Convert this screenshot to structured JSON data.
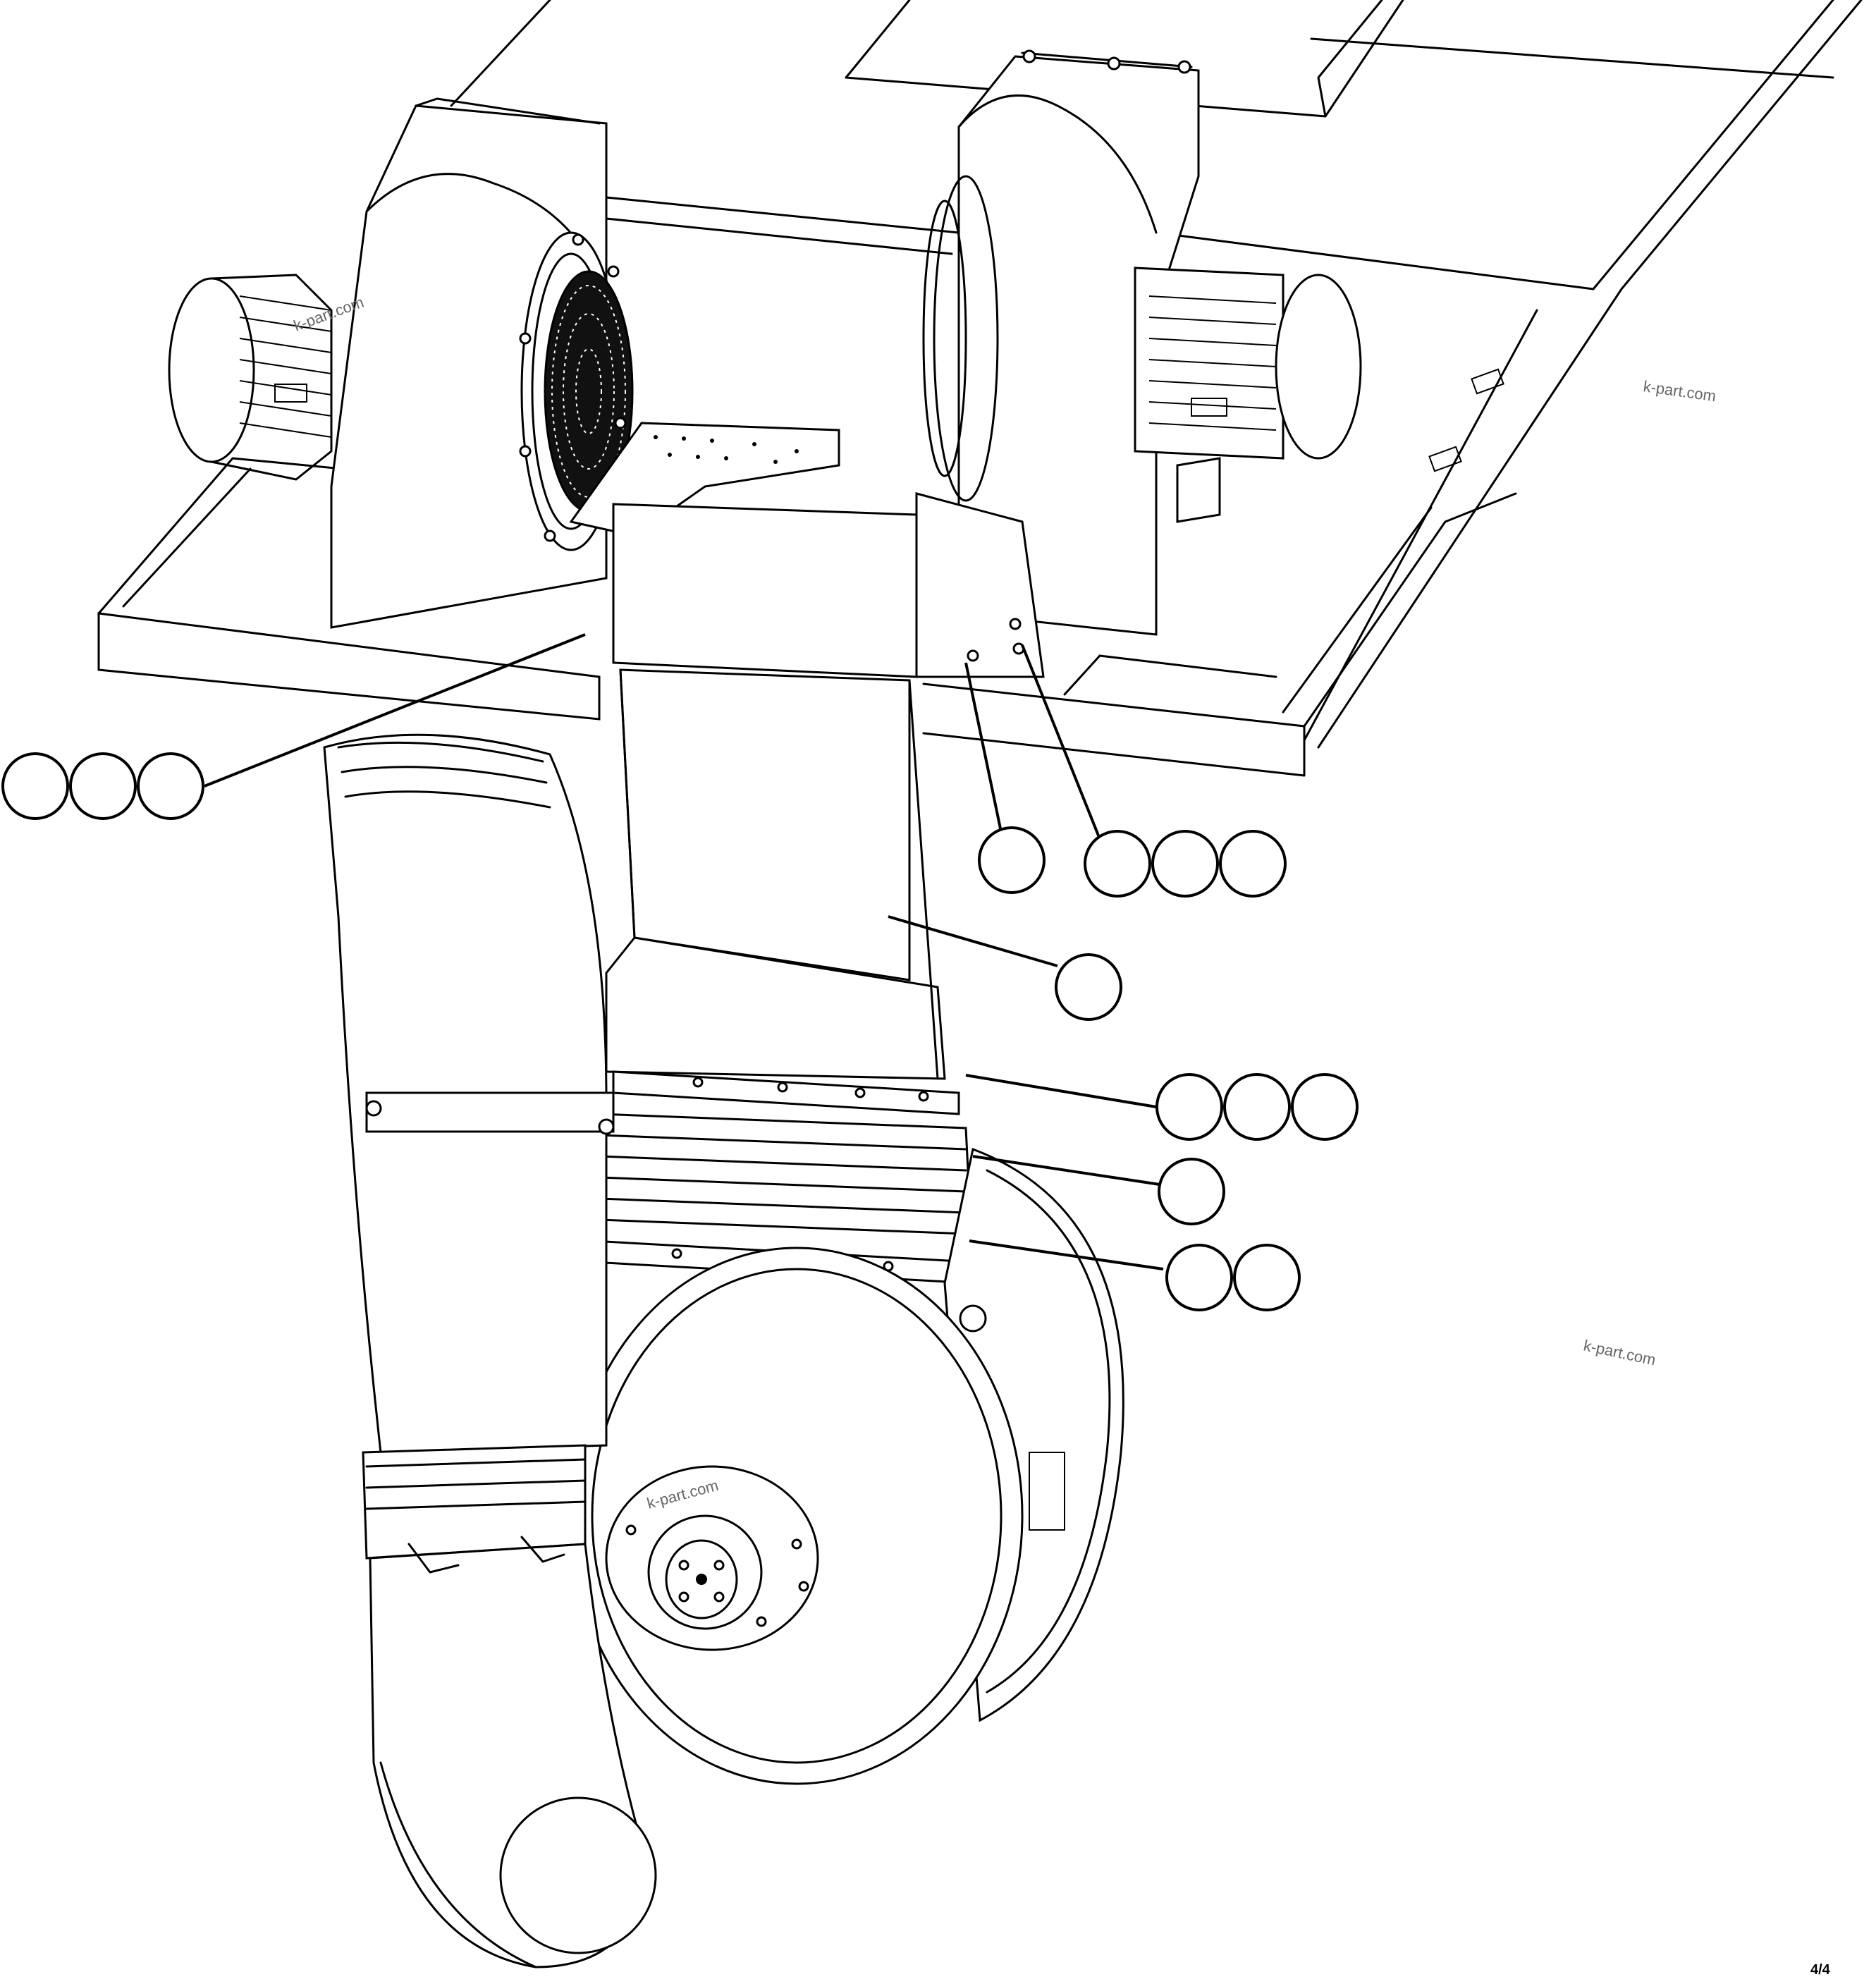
{
  "watermarks": [
    "k-part.com",
    "k-part.com",
    "k-part.com",
    "k-part.com"
  ],
  "sheet_number": "4/4",
  "callout_groups": [
    {
      "group": "left-bolt-set",
      "count": 3
    },
    {
      "group": "bracket-single",
      "count": 1
    },
    {
      "group": "bracket-bolt-set",
      "count": 3
    },
    {
      "group": "duct-panel",
      "count": 1
    },
    {
      "group": "duct-flange-bolts",
      "count": 3
    },
    {
      "group": "bellows",
      "count": 1
    },
    {
      "group": "lower-flange-bolts",
      "count": 2
    }
  ]
}
